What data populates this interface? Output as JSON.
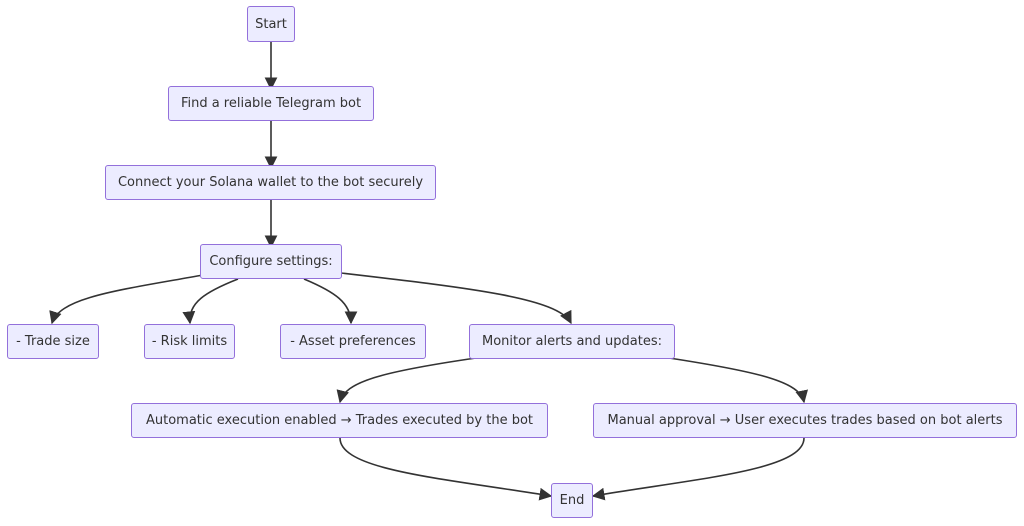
{
  "nodes": {
    "start": "Start",
    "find_bot": "Find a reliable Telegram bot",
    "connect_wallet": "Connect your Solana wallet to the bot securely",
    "configure": "Configure settings:",
    "trade_size": "- Trade size",
    "risk_limits": "- Risk limits",
    "asset_prefs": "- Asset preferences",
    "monitor": "Monitor alerts and updates:",
    "automatic": "Automatic execution enabled → Trades executed by the bot",
    "manual": "Manual approval → User executes trades based on bot alerts",
    "end": "End"
  },
  "edges": [
    [
      "start",
      "find_bot"
    ],
    [
      "find_bot",
      "connect_wallet"
    ],
    [
      "connect_wallet",
      "configure"
    ],
    [
      "configure",
      "trade_size"
    ],
    [
      "configure",
      "risk_limits"
    ],
    [
      "configure",
      "asset_prefs"
    ],
    [
      "configure",
      "monitor"
    ],
    [
      "monitor",
      "automatic"
    ],
    [
      "monitor",
      "manual"
    ],
    [
      "automatic",
      "end"
    ],
    [
      "manual",
      "end"
    ]
  ],
  "colors": {
    "node_fill": "#ececff",
    "node_border": "#9370db",
    "edge": "#333333",
    "text": "#333333"
  }
}
